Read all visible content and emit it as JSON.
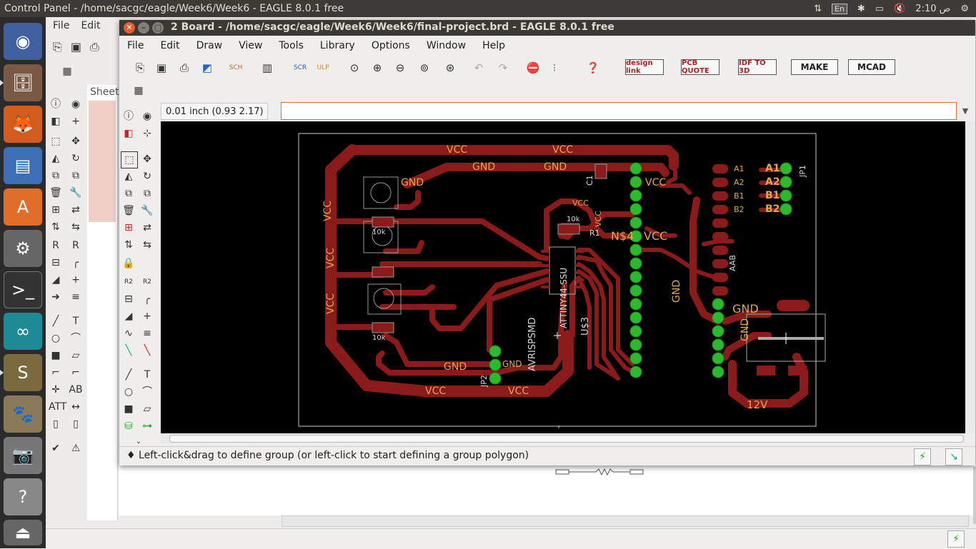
{
  "topbar": {
    "title": "Control Panel - /home/sacgc/eagle/Week6/Week6 - EAGLE 8.0.1 free",
    "lang": "En",
    "time": "2:10 ص"
  },
  "launcher": [
    "ubuntu-dash-icon",
    "files-icon",
    "firefox-icon",
    "writer-icon",
    "software-center-icon",
    "settings-icon",
    "terminal-icon",
    "arduino-icon",
    "sublime-icon",
    "gimp-icon",
    "camera-icon",
    "help-icon",
    "drive-icon"
  ],
  "bgwindow": {
    "menu": [
      "File",
      "Edit"
    ],
    "sheets_label": "Sheet"
  },
  "window": {
    "title": "2 Board - /home/sacgc/eagle/Week6/Week6/final-project.brd - EAGLE 8.0.1 free",
    "menu": [
      "File",
      "Edit",
      "Draw",
      "View",
      "Tools",
      "Library",
      "Options",
      "Window",
      "Help"
    ],
    "toolbar_buttons": {
      "designlink": "design link",
      "pcbquote": "PCB QUOTE",
      "idf": "IDF TO 3D",
      "make": "MAKE",
      "mcad": "MCAD"
    },
    "coord": "0.01 inch (0.93 2.17)",
    "command_value": "",
    "status": "Left-click&drag to define group (or left-click to start defining a group polygon)"
  },
  "board": {
    "labels": {
      "vcc": "VCC",
      "gnd": "GND",
      "n4": "N$4",
      "r1": "R1",
      "c1": "C1",
      "u3": "U$3",
      "avrisp": "AVRISPSMD",
      "attiny": "ATTINY44-SSU",
      "jp1": "JP1",
      "jp2": "JP2",
      "v12": "12V",
      "k10": "10k",
      "a1": "A1",
      "a2": "A2",
      "b1": "B1",
      "b2": "B2",
      "vcc2": "VCC",
      "aab": "AAB"
    }
  },
  "colors": {
    "trace": "#8b1a1a",
    "pad": "#2db82d",
    "canvas": "#000000"
  }
}
